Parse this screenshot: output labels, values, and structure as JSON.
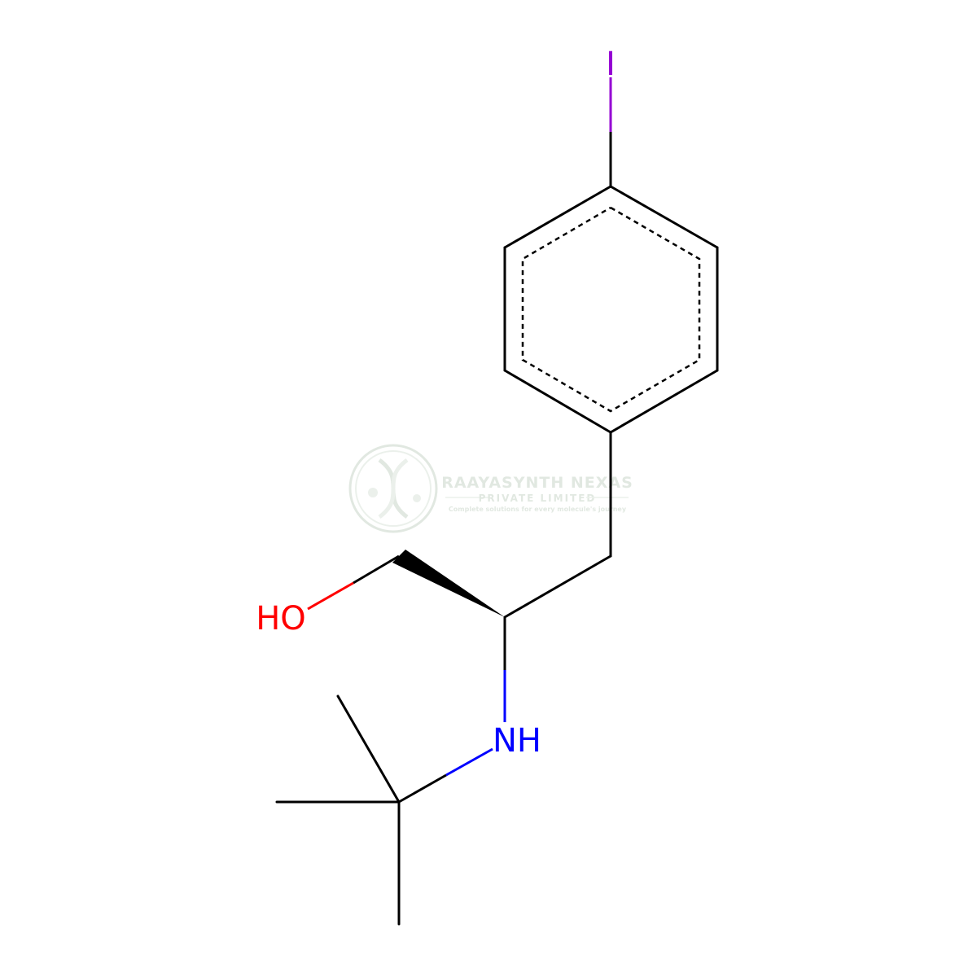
{
  "atoms": {
    "iodine": "I",
    "hydroxyl": "HO",
    "amine": "NH"
  },
  "colors": {
    "bond": "#000000",
    "iodine": "#9400D3",
    "oxygen": "#FF0000",
    "nitrogen": "#0000FF",
    "watermark": "#c9d6c9"
  },
  "watermark": {
    "title": "RAAYASYNTH NEXAS",
    "subtitle": "PRIVATE LIMITED",
    "tagline": "Complete solutions for every molecule's journey",
    "logo_icon": "dna-helix-icon"
  }
}
